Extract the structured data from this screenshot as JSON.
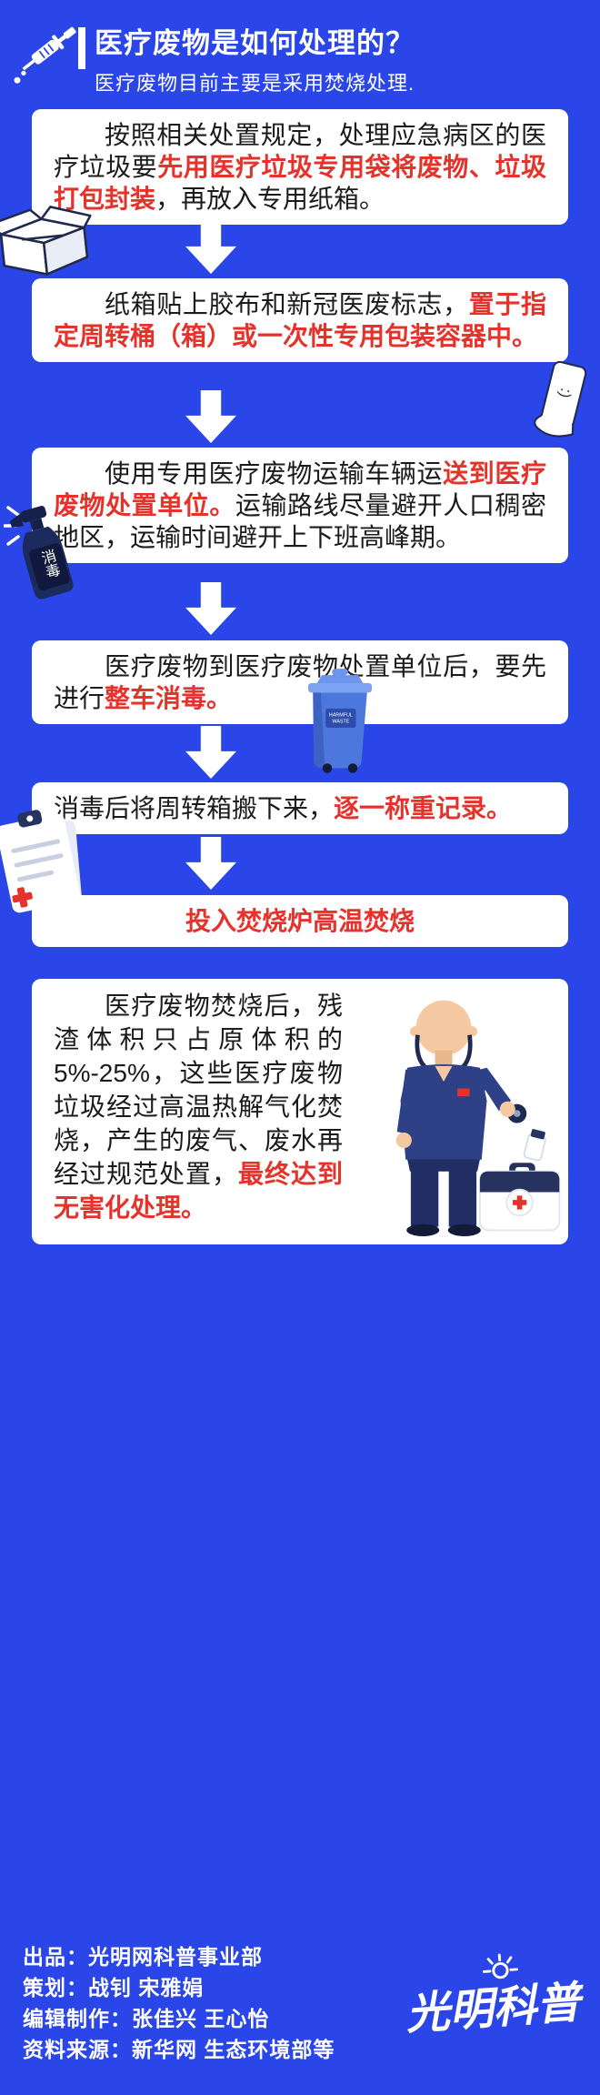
{
  "theme": {
    "background": "#2a45e8",
    "box_background": "#ffffff",
    "text_color": "#1b1b1b",
    "accent_red": "#e5332c"
  },
  "header": {
    "title": "医疗废物是如何处理的？",
    "subtitle": "医疗废物目前主要是采用焚烧处理."
  },
  "steps": [
    {
      "segments": [
        {
          "text": "按照相关处置规定，处理应急病区的医疗垃圾要",
          "red": false
        },
        {
          "text": "先用医疗垃圾专用袋将废物、垃圾打包封装",
          "red": true
        },
        {
          "text": "，再放入专用纸箱。",
          "red": false
        }
      ]
    },
    {
      "segments": [
        {
          "text": "纸箱贴上胶布和新冠医废标志，",
          "red": false
        },
        {
          "text": "置于指定周转桶（箱）或一次性专用包装容器中。",
          "red": true
        }
      ]
    },
    {
      "segments": [
        {
          "text": "使用专用医疗废物运输车辆运",
          "red": false
        },
        {
          "text": "送到医疗废物处置单位。",
          "red": true
        },
        {
          "text": "运输路线尽量避开人口稠密地区，运输时间避开上下班高峰期。",
          "red": false
        }
      ]
    },
    {
      "segments": [
        {
          "text": "医疗废物到医疗废物处置单位后，要先进行",
          "red": false
        },
        {
          "text": "整车消毒。",
          "red": true
        }
      ]
    },
    {
      "segments": [
        {
          "text": "消毒后将周转箱搬下来，",
          "red": false
        },
        {
          "text": "逐一称重记录。",
          "red": true
        }
      ]
    },
    {
      "segments": [
        {
          "text": "投入焚烧炉高温焚烧",
          "red": true
        }
      ]
    },
    {
      "segments": [
        {
          "text": "医疗废物焚烧后，残渣体积只占原体积的5%-25%，这些医疗废物垃圾经过高温热解气化焚烧，产生的废气、废水再经过规范处置，",
          "red": false
        },
        {
          "text": "最终达到无害化处理。",
          "red": true
        }
      ]
    }
  ],
  "decorations": {
    "spray_label": "消毒",
    "bin_label_1": "HARMFUL",
    "bin_label_2": "WASTE",
    "roll_face": ":)"
  },
  "footer": {
    "lines": [
      "出品：光明网科普事业部",
      "策划：战钊 宋雅娟",
      "编辑制作：张佳兴 王心怡",
      "资料来源：新华网 生态环境部等"
    ]
  },
  "logo": {
    "part1": "光明",
    "part2": "科普"
  }
}
